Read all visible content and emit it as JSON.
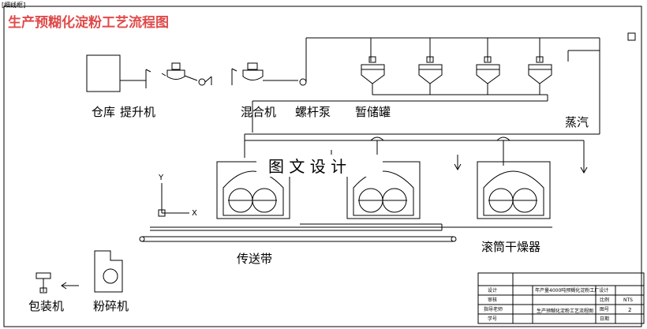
{
  "corner_tag": "[细线框]",
  "title": "生产预糊化淀粉工艺流程图",
  "labels": {
    "warehouse": "仓库",
    "elevator": "提升机",
    "mixer": "混合机",
    "screw_pump": "螺杆泵",
    "storage_tank": "暂储罐",
    "steam": "蒸汽",
    "conveyor": "传送带",
    "drum_dryer": "滚筒干燥器",
    "packer": "包装机",
    "crusher": "粉碎机"
  },
  "watermark": "图 文 设 计",
  "axes": {
    "y": "Y",
    "x": "X"
  },
  "title_block": {
    "project": "年产量4000吨预糊化淀粉工厂设计",
    "drawing_name": "生产预糊化淀粉工艺流程图",
    "left_labels": [
      "设计",
      "审核",
      "指导老师",
      "学号"
    ],
    "right_labels": [
      "比例",
      "图号",
      "日期"
    ],
    "scale_value": "NTS",
    "sheet_value": "2"
  },
  "colors": {
    "title": "#e04a4a",
    "line": "#000000"
  }
}
